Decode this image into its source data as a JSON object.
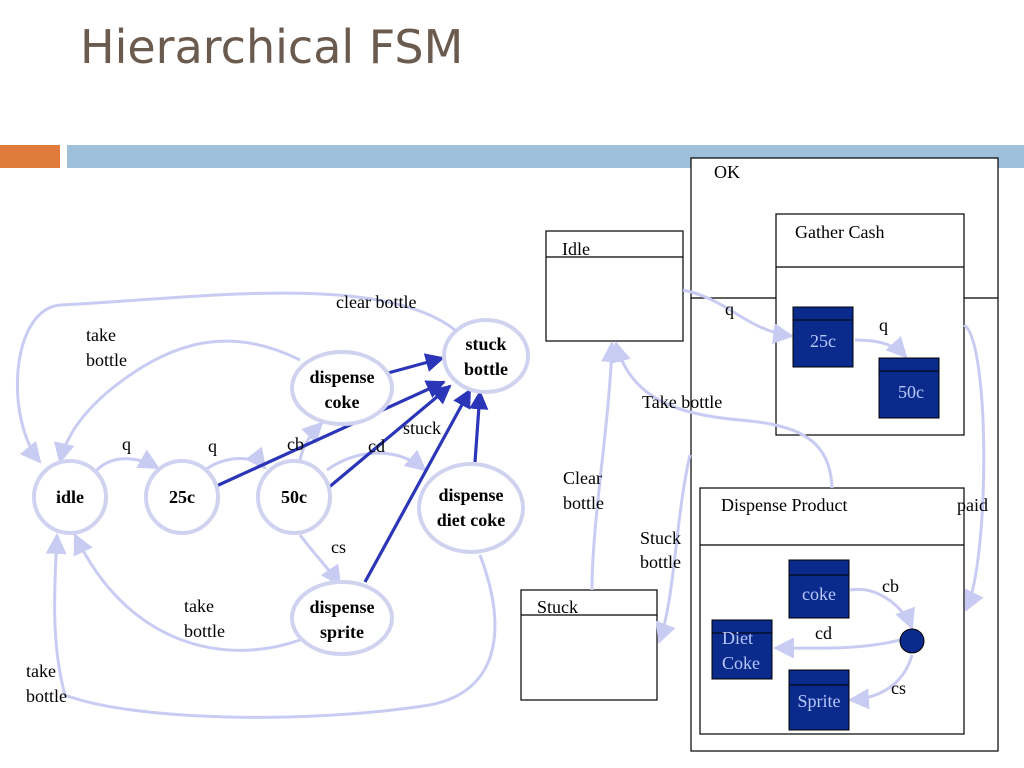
{
  "slide": {
    "title": "Hierarchical FSM",
    "colors": {
      "title": "#6b5a4e",
      "accent_orange": "#e07b3c",
      "accent_blue": "#9fc0da",
      "state_outline": "#d0d3f0",
      "light_edge": "#c9ccf2",
      "blue_edge": "#2b35b8",
      "substate_fill": "#0a2a8c"
    }
  },
  "flat_fsm": {
    "states": {
      "idle": "idle",
      "s25c": "25c",
      "s50c": "50c",
      "dispense_coke": [
        "dispense",
        "coke"
      ],
      "stuck_bottle": [
        "stuck",
        "bottle"
      ],
      "dispense_diet_coke": [
        "dispense",
        "diet coke"
      ],
      "dispense_sprite": [
        "dispense",
        "sprite"
      ]
    },
    "labels": {
      "clear_bottle": "clear bottle",
      "take_bottle_top": [
        "take",
        "bottle"
      ],
      "q1": "q",
      "q2": "q",
      "cb": "cb",
      "cd": "cd",
      "stuck": "stuck",
      "cs": "cs",
      "take_bottle_mid": [
        "take",
        "bottle"
      ],
      "take_bottle_bottom": [
        "take",
        "bottle"
      ]
    }
  },
  "hierarchical_fsm": {
    "ok": "OK",
    "gather_cash": "Gather Cash",
    "idle": "Idle",
    "stuck": "Stuck",
    "dispense_product": "Dispense Product",
    "sub_25c": "25c",
    "sub_50c": "50c",
    "coke": "coke",
    "diet_coke": [
      "Diet",
      "Coke"
    ],
    "sprite": "Sprite",
    "labels": {
      "q_left": "q",
      "q_right": "q",
      "take_bottle": "Take bottle",
      "clear_bottle": [
        "Clear",
        "bottle"
      ],
      "stuck_bottle": [
        "Stuck",
        "bottle"
      ],
      "paid": "paid",
      "cb": "cb",
      "cd": "cd",
      "cs": "cs"
    }
  }
}
